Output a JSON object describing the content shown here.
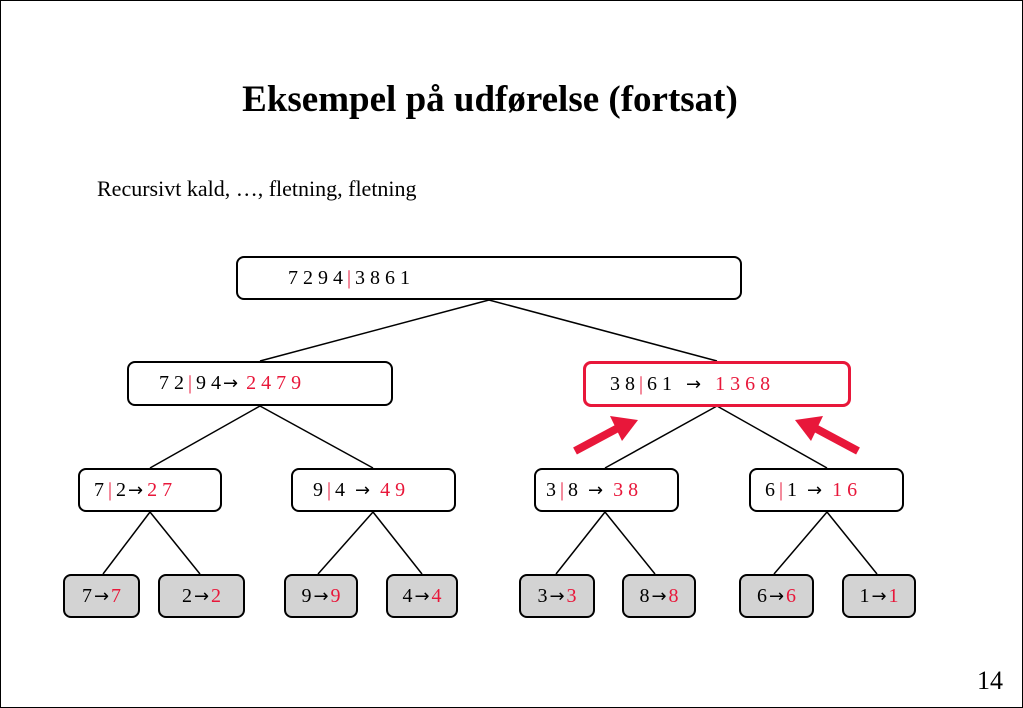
{
  "slide": {
    "title": "Eksempel på udførelse (fortsat)",
    "subtitle": "Recursivt kald, …, fletning, fletning",
    "page_number": "14"
  },
  "colors": {
    "accent": "#e8173a",
    "leaf_fill": "#d3d3d3"
  },
  "nodes": {
    "root": {
      "left": "7 2 9 4",
      "sep": "|",
      "right": "3 8 6 1"
    },
    "l": {
      "left": "7 2",
      "sep": "|",
      "right": "9 4",
      "arrow": "→",
      "sorted": "2 4 7 9"
    },
    "r": {
      "left": "3 8",
      "sep": "|",
      "right": "6 1",
      "arrow": "→",
      "sorted": "1 3 6 8"
    },
    "ll": {
      "left": "7",
      "sep": "|",
      "right": "2",
      "arrow": "→",
      "sorted": "2 7"
    },
    "lr": {
      "left": "9",
      "sep": "|",
      "right": "4",
      "arrow": "→",
      "sorted": "4 9"
    },
    "rl": {
      "left": "3",
      "sep": "|",
      "right": "8",
      "arrow": "→",
      "sorted": "3 8"
    },
    "rr": {
      "left": "6",
      "sep": "|",
      "right": "1",
      "arrow": "→",
      "sorted": "1 6"
    },
    "leaves": [
      {
        "in": "7",
        "arrow": "→",
        "out": "7"
      },
      {
        "in": "2",
        "arrow": "→",
        "out": "2"
      },
      {
        "in": "9",
        "arrow": "→",
        "out": "9"
      },
      {
        "in": "4",
        "arrow": "→",
        "out": "4"
      },
      {
        "in": "3",
        "arrow": "→",
        "out": "3"
      },
      {
        "in": "8",
        "arrow": "→",
        "out": "8"
      },
      {
        "in": "6",
        "arrow": "→",
        "out": "6"
      },
      {
        "in": "1",
        "arrow": "→",
        "out": "1"
      }
    ]
  }
}
